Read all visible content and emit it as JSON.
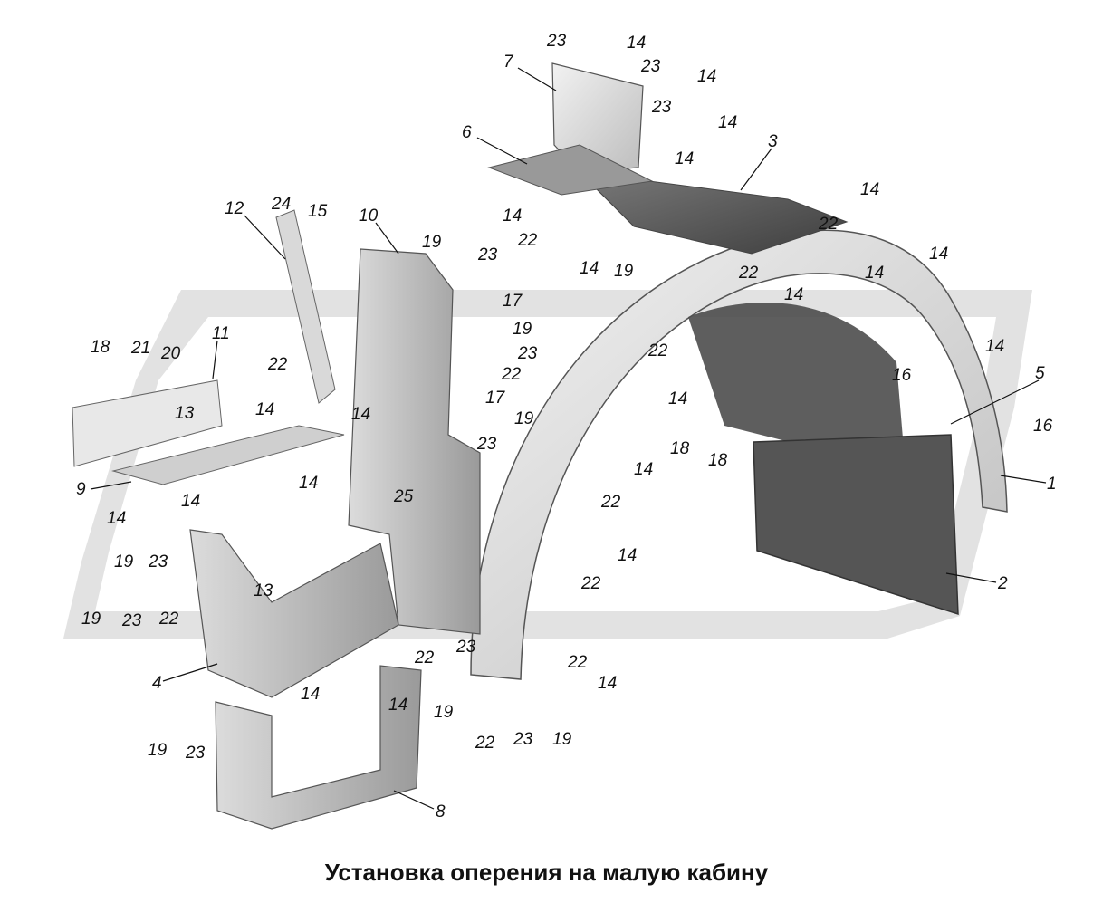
{
  "caption": "Установка оперения на малую кабину",
  "colors": {
    "watermark": "#d9d9d9",
    "part_light": "#e9e9e9",
    "part_mid": "#bdbdbd",
    "part_dark": "#5a5a5a",
    "outline": "#333333"
  },
  "labels": [
    "1",
    "2",
    "3",
    "4",
    "5",
    "6",
    "7",
    "8",
    "9",
    "10",
    "11",
    "12",
    "13",
    "14",
    "15",
    "16",
    "17",
    "18",
    "19",
    "20",
    "21",
    "22",
    "23",
    "24",
    "25"
  ]
}
